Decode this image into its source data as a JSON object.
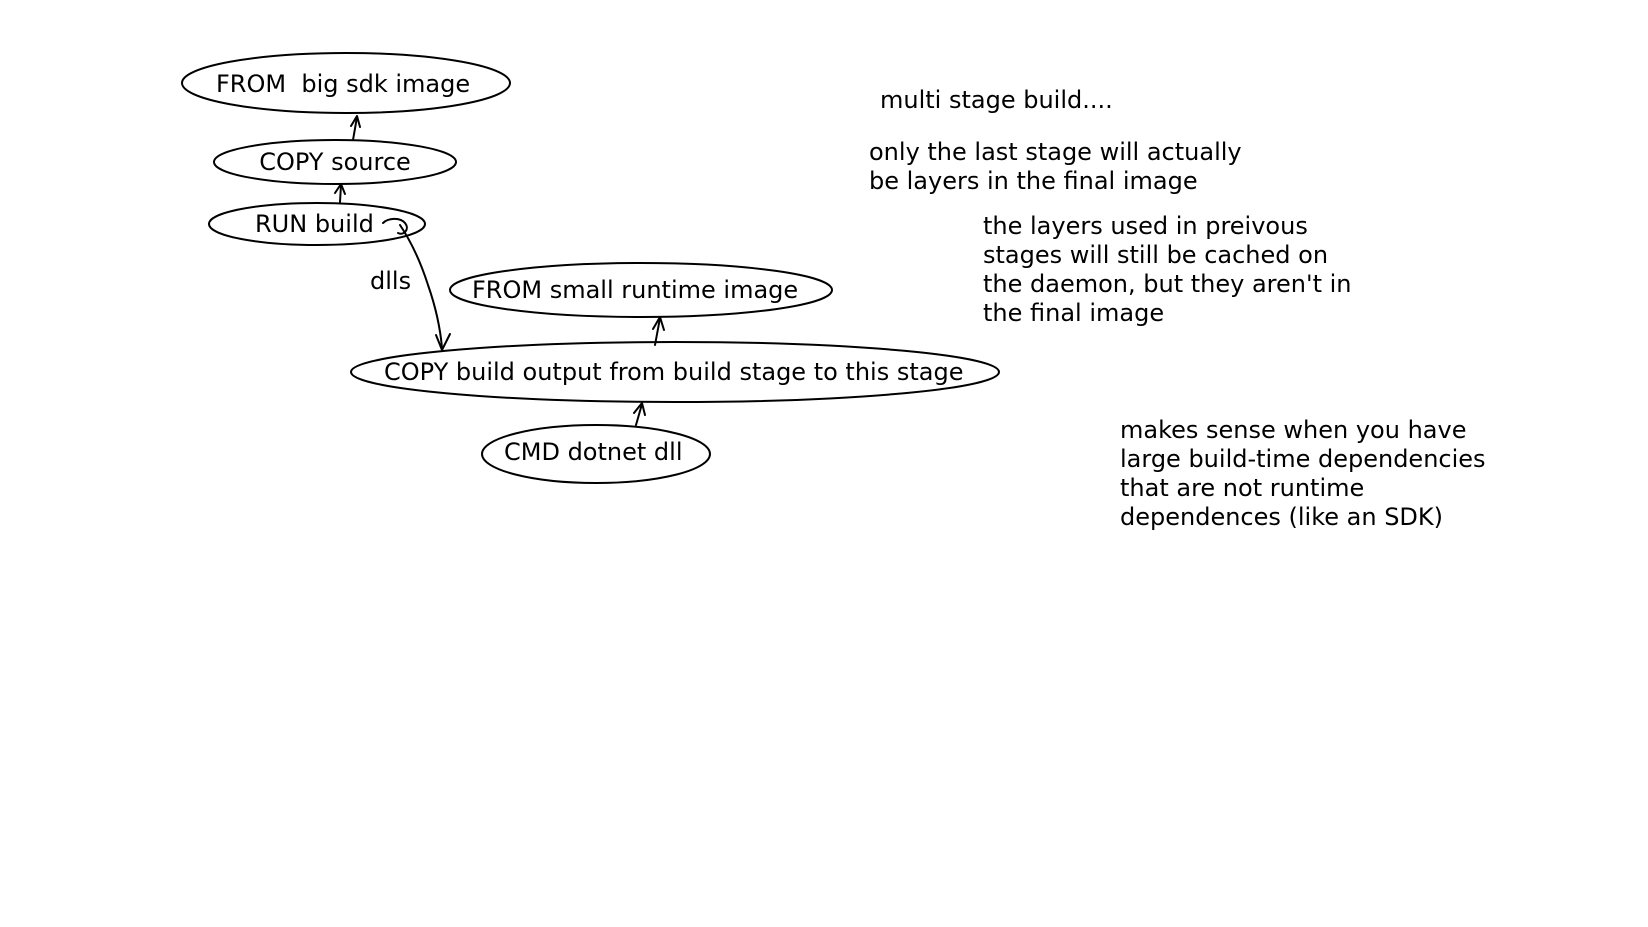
{
  "nodes": {
    "from_sdk": "FROM  big sdk image",
    "copy_source": "COPY source",
    "run_build": "RUN build",
    "from_runtime": "FROM small runtime image",
    "copy_output": "COPY build output from build stage to this stage",
    "cmd": "CMD dotnet dll"
  },
  "edges": {
    "dlls": "dlls"
  },
  "notes": {
    "title": "multi stage build....",
    "last_stage": [
      "only the last stage will actually",
      "be layers in the final image"
    ],
    "cached_layers": [
      "the layers used in preivous",
      "stages will still be cached on",
      "the daemon, but they aren't in",
      "the final image"
    ],
    "makes_sense": [
      "makes sense when you have",
      "large build-time dependencies",
      "that are not runtime",
      "dependences (like an SDK)"
    ]
  }
}
